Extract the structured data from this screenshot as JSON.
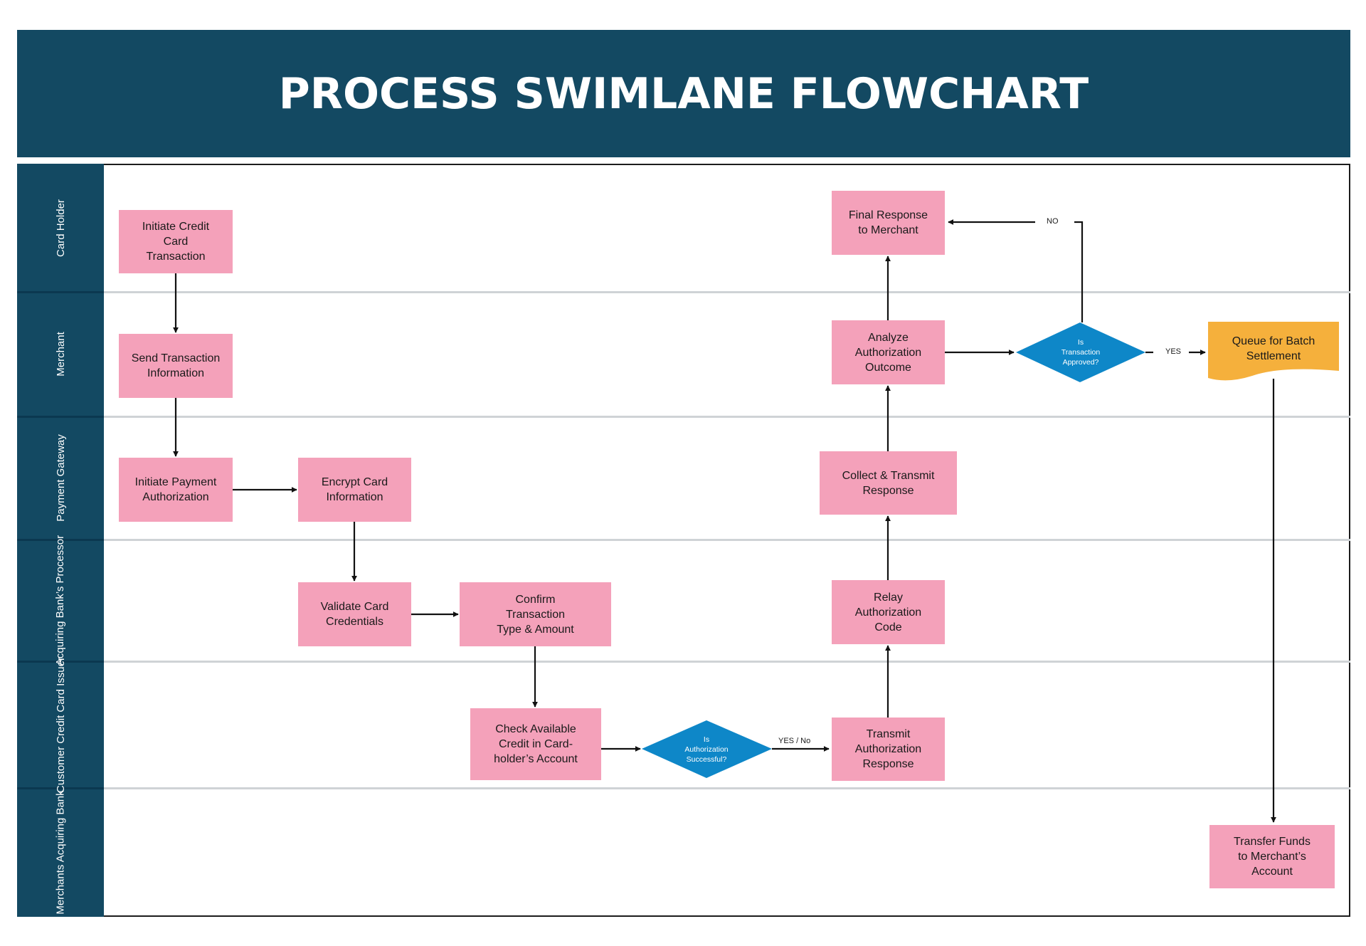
{
  "title": "PROCESS SWIMLANE FLOWCHART",
  "colors": {
    "header": "#134962",
    "lane_bar": "#134962",
    "process_box": "#f4a1ba",
    "decision": "#0e87c8",
    "document": "#f5b03c",
    "arrow": "#111111"
  },
  "lanes": [
    {
      "label": "Card Holder"
    },
    {
      "label": "Merchant"
    },
    {
      "label": "Payment\nGateway"
    },
    {
      "label": "Acquiring Bank’s\nProcessor"
    },
    {
      "label": "Customer Credit Card\nIssuer"
    },
    {
      "label": "Merchants\nAcquiring Bank"
    }
  ],
  "nodes": {
    "initiate_credit_card_transaction": "Initiate Credit\nCard\nTransaction",
    "send_transaction_information": "Send Transaction\nInformation",
    "initiate_payment_authorization": "Initiate Payment\nAuthorization",
    "encrypt_card_information": "Encrypt Card\nInformation",
    "validate_card_credentials": "Validate Card\nCredentials",
    "confirm_transaction": "Confirm\nTransaction\nType & Amount",
    "check_available_credit": "Check Available\nCredit in Card-\nholder’s Account",
    "is_authorization_successful": "Is\nAuthorization\nSuccessful?",
    "transmit_authorization_response": "Transmit\nAuthorization\nResponse",
    "relay_authorization_code": "Relay\nAuthorization\nCode",
    "collect_transmit_response": "Collect & Transmit\nResponse",
    "analyze_authorization_outcome": "Analyze\nAuthorization\nOutcome",
    "final_response_to_merchant": "Final Response\nto Merchant",
    "is_transaction_approved": "Is\nTransaction\nApproved?",
    "queue_for_batch_settlement": "Queue for Batch\nSettlement",
    "transfer_funds": "Transfer Funds\nto Merchant’s\nAccount"
  },
  "edge_labels": {
    "yes_no": "YES / No",
    "no": "NO",
    "yes": "YES"
  }
}
